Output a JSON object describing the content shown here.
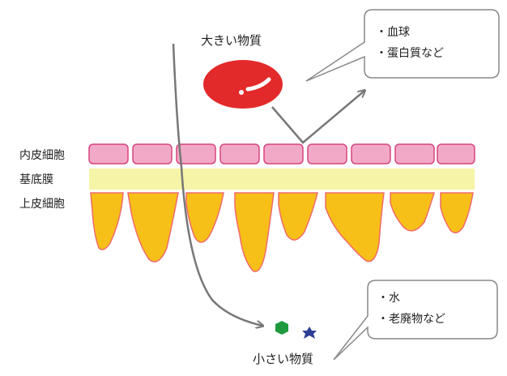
{
  "labels": {
    "large_substance": "大きい物質",
    "small_substance": "小さい物質",
    "endothelial_cells": "内皮細胞",
    "basement_membrane": "基底膜",
    "epithelial_cells": "上皮細胞"
  },
  "callouts": {
    "large_examples": [
      "・血球",
      "・蛋白質など"
    ],
    "small_examples": [
      "・水",
      "・老廃物など"
    ]
  },
  "icons": {
    "red_blob": "red-blood-cell",
    "hexagon": "green-hexagon",
    "star": "blue-star"
  },
  "colors": {
    "endothelial_fill": "#f2a9c7",
    "endothelial_stroke": "#d6457e",
    "membrane_fill": "#f6f4a6",
    "epithelial_fill": "#f7c018",
    "epithelial_stroke": "#f06a6a",
    "red_cell": "#e32a2a",
    "hexagon": "#1f9a3e",
    "star": "#2b3d94",
    "arrow": "#777777"
  }
}
